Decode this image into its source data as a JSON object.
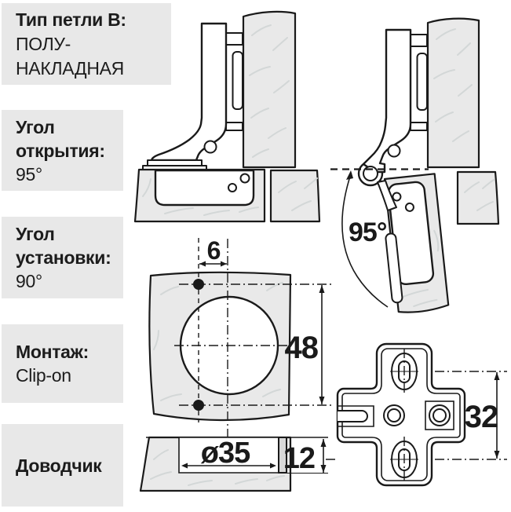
{
  "specs": {
    "type": {
      "title": "Тип петли B:",
      "line1": "ПОЛУ-",
      "line2": "НАКЛАДНАЯ"
    },
    "opening": {
      "line1": "Угол",
      "line2": "открытия:",
      "value": "95°"
    },
    "mounting_angle": {
      "line1": "Угол",
      "line2": "установки:",
      "value": "90°"
    },
    "mounting": {
      "title": "Монтаж:",
      "value": "Clip-on"
    },
    "closer": {
      "title": "Доводчик"
    }
  },
  "dims": {
    "cup_offset": "6",
    "hole_spacing": "48",
    "opening_angle": "95°",
    "cup_diameter": "ø35",
    "cup_depth": "12",
    "plate_pitch": "32"
  },
  "colors": {
    "block_bg": "#e8e8e8",
    "panel_fill": "#e9e9e9",
    "hole_wall": "#d8d8d8",
    "grain": "#d3d7d7",
    "line": "#1a1a1a",
    "text": "#1c1c1c"
  }
}
